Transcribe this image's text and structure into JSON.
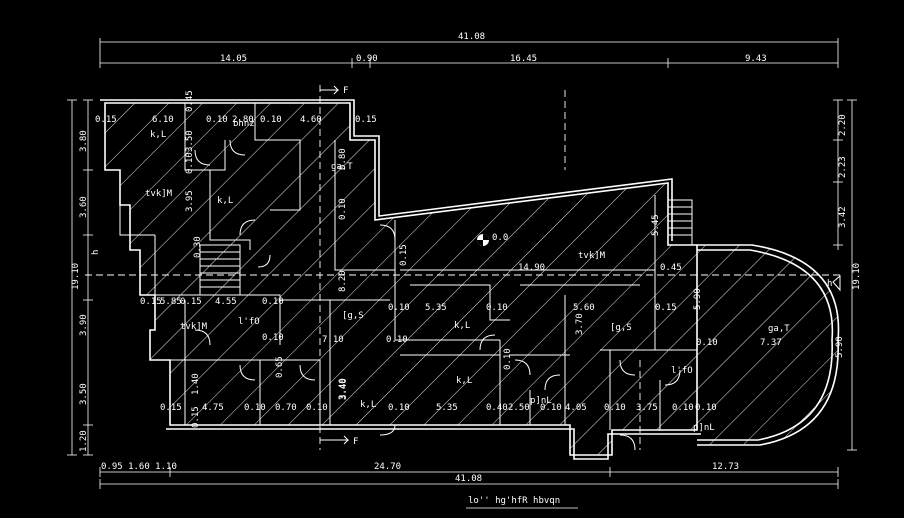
{
  "colors": {
    "background": "#000000",
    "lines": "#ffffff"
  },
  "title": "lo'' hg'hfR hbvqn",
  "section_marker": "F",
  "level_marker": "0.0",
  "side_marker": "h",
  "top_dims": {
    "total": "41.08",
    "segments": [
      "14.05",
      "0.90",
      "16.45",
      "9.43"
    ]
  },
  "bottom_dims": {
    "small": "0.95 1.60 1.10",
    "mid": "24.70",
    "right": "12.73",
    "total": "41.08"
  },
  "left_dims": {
    "total": "19.10",
    "segments": [
      "3.80",
      "3.60",
      "3.90",
      "3.50",
      "1.20"
    ]
  },
  "right_dims": {
    "total": "19.10",
    "segments": [
      "2.20",
      "2.23",
      "3.42",
      "5.90"
    ]
  },
  "room_labels": {
    "k1": "k,L",
    "k2": "k,L",
    "k3": "k,L",
    "k4": "k,L",
    "k5": "k,L",
    "tvk1": "tvk]M",
    "tvk2": "tvk]M",
    "tvk3": "tvk]M",
    "ga1": "ga,T",
    "ga2": "ga,T",
    "gs1": "[g,S",
    "gs2": "[g,S",
    "tfo1": "l'fO",
    "tfo2": "l'fO",
    "bnz": "bhnz",
    "pnl1": "p]nL",
    "pnl2": "p]nL"
  },
  "inner_dims": {
    "a1": "0.15",
    "a2": "6.10",
    "a3": "0.10",
    "a4": "2.80",
    "a5": "0.10",
    "a6": "4.60",
    "a7": "0.15",
    "v1": "3.50",
    "v2": "0.10",
    "v3": "3.95",
    "v4": "0.45",
    "b1": "0.15",
    "b2": "5.85",
    "b3": "0.15",
    "b4": "4.55",
    "b5": "0.10",
    "c1": "6.80",
    "c2": "0.10",
    "c3": "8.20",
    "c4": "3.40",
    "d1": "14.90",
    "d2": "0.45",
    "d3": "5.45",
    "e1": "5.35",
    "e2": "0.10",
    "e3": "5.60",
    "e4": "0.15",
    "e5": "5.90",
    "e6": "0.10",
    "e7": "3.70",
    "f1": "7.10",
    "f2": "0.10",
    "f3": "0.10",
    "f4": "7.37",
    "f5": "0.10",
    "g1": "0.15",
    "g2": "4.75",
    "g3": "0.10",
    "g4": "0.70",
    "g5": "0.10",
    "g6": "0.10",
    "g7": "5.35",
    "g8": "0.40",
    "g9": "2.50",
    "g10": "0.10",
    "g11": "4.05",
    "g12": "0.10",
    "g13": "3.75",
    "g14": "0.10",
    "g15": "0.10",
    "h1": "1.40",
    "h2": "0.65",
    "h3": "3.40",
    "h4": "0.15",
    "h5": "0.10",
    "h6": "0.30",
    "h7": "0.15"
  }
}
